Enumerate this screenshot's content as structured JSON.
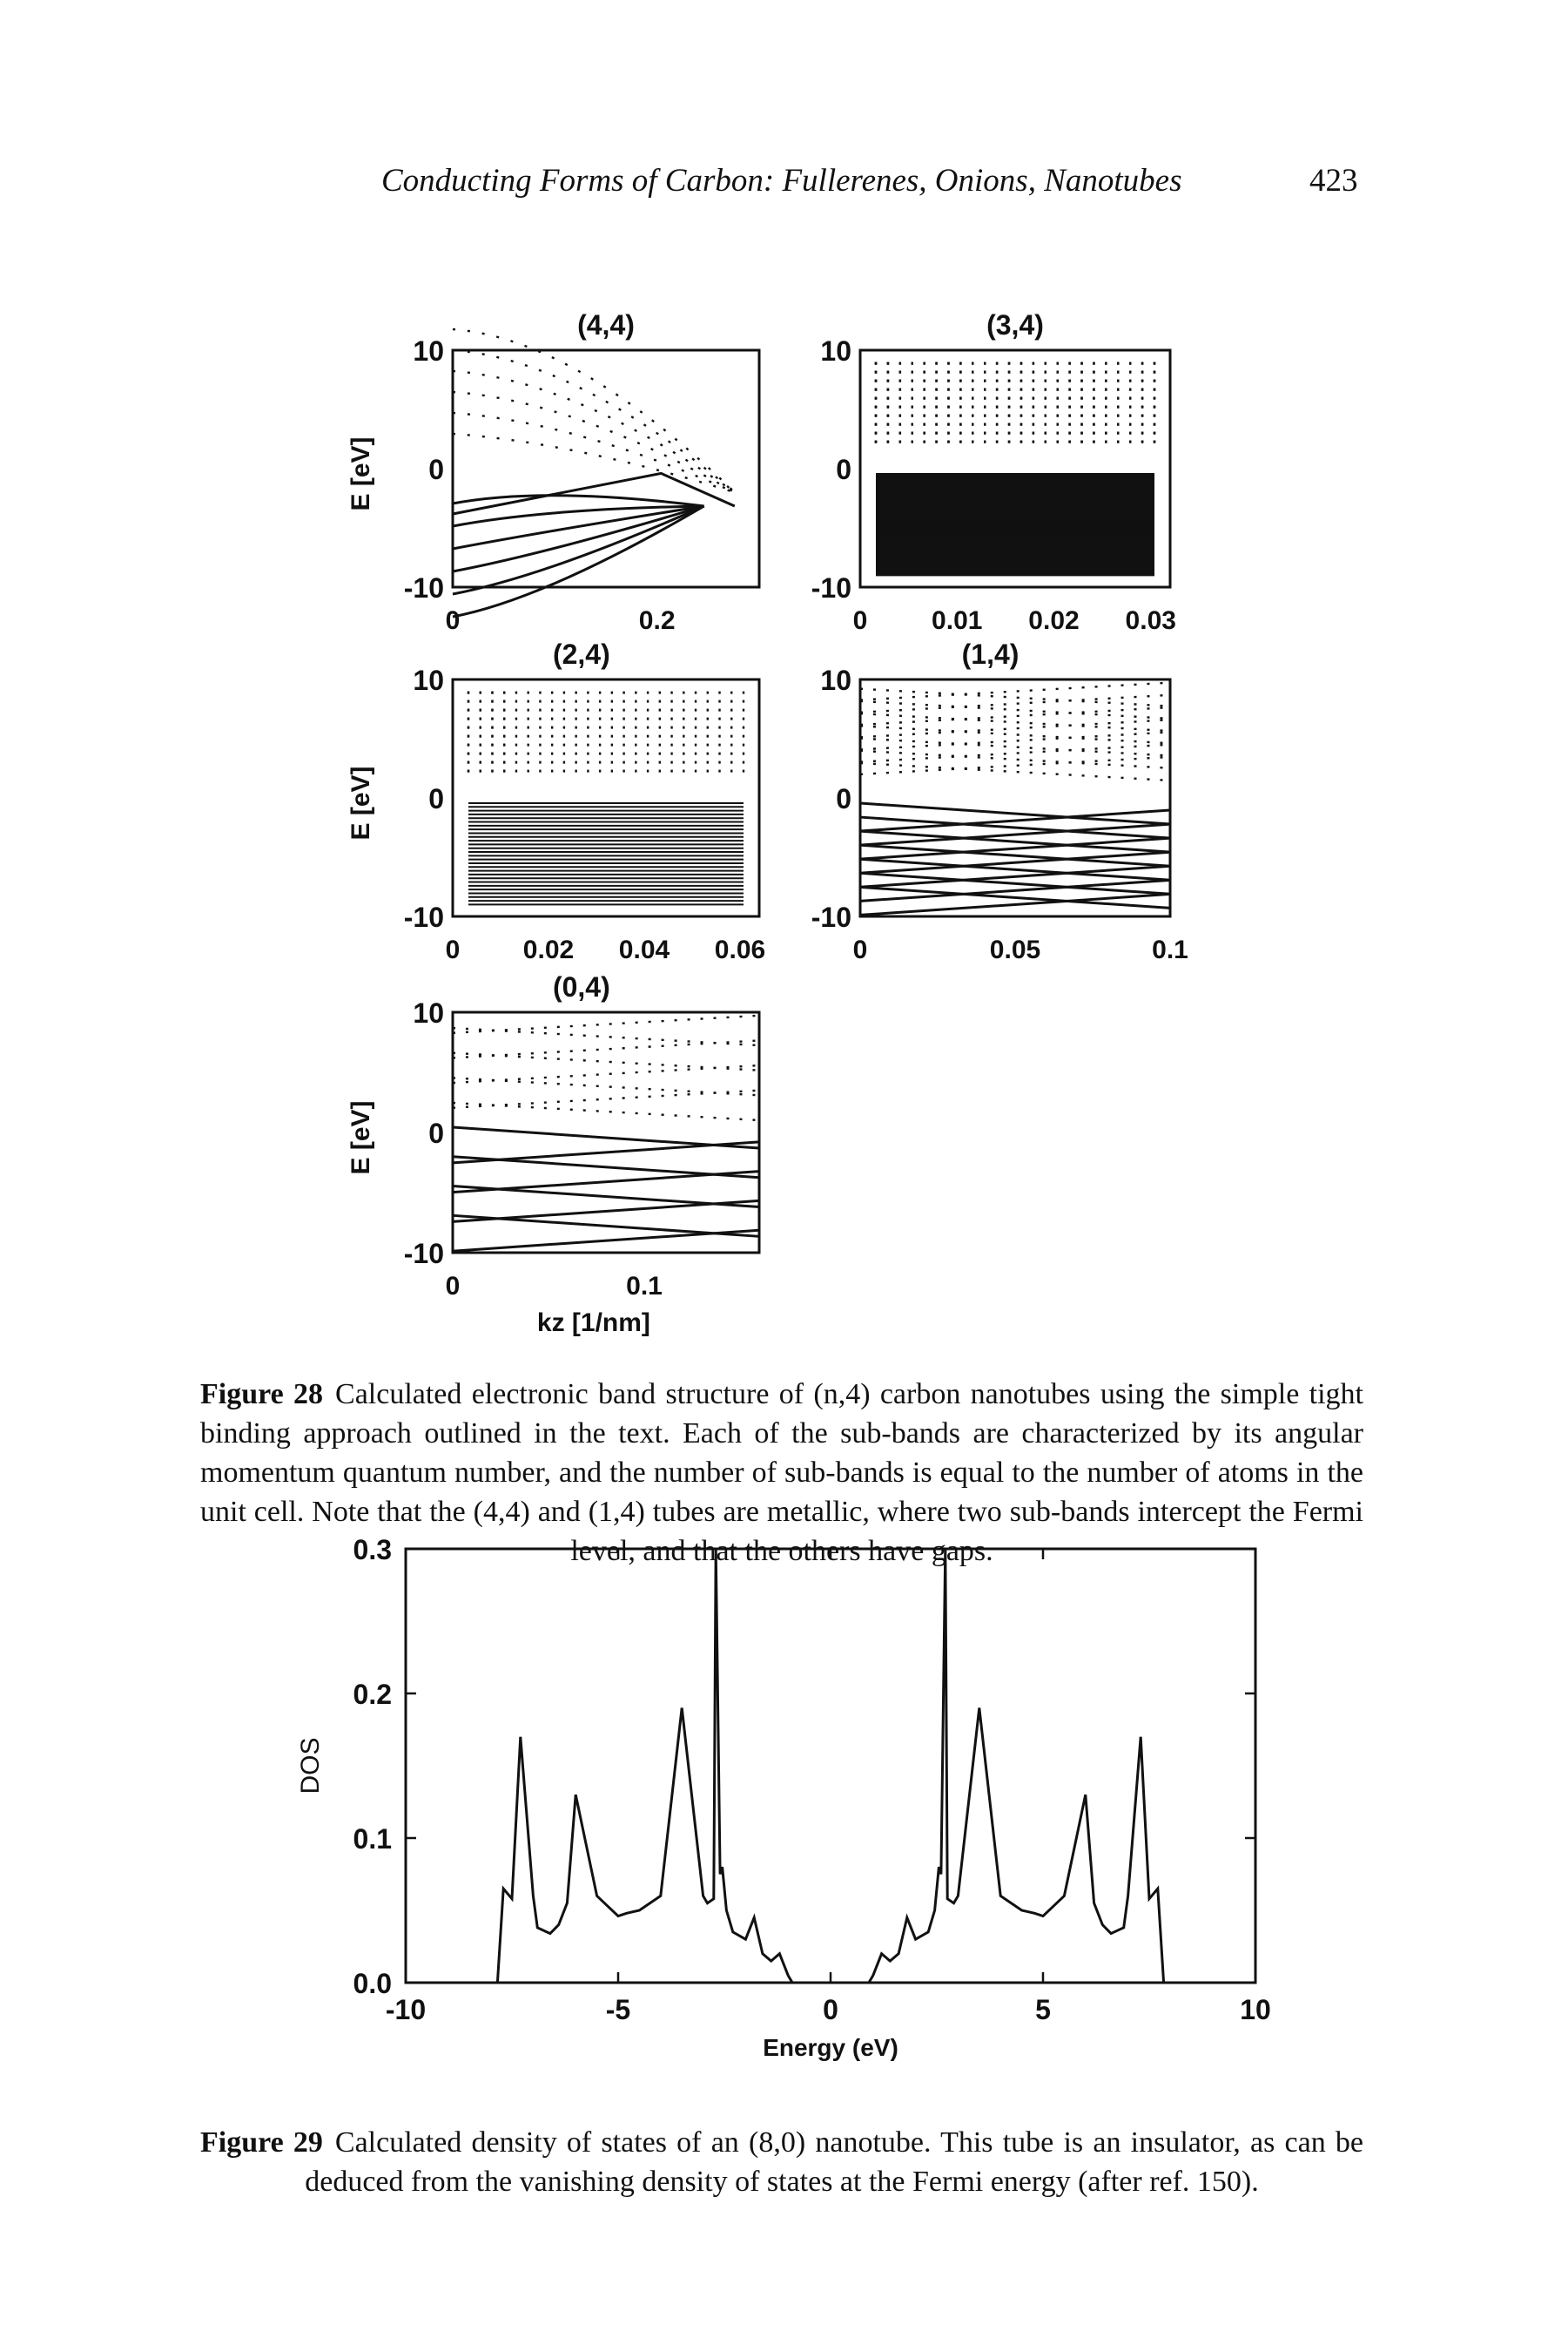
{
  "running_head": "Conducting Forms of Carbon: Fullerenes, Onions, Nanotubes",
  "page_number": "423",
  "figure28": {
    "label": "Figure 28",
    "caption": "Calculated electronic band structure of (n,4) carbon nanotubes using the simple tight binding approach outlined in the text. Each of the sub-bands are characterized by its angular momentum quantum number, and the number of sub-bands is equal to the number of atoms in the unit cell. Note that the (4,4) and (1,4) tubes are metallic, where two sub-bands intercept the Fermi level, and that the others have gaps.",
    "shared_xlabel": "kz [1/nm]"
  },
  "figure29": {
    "label": "Figure 29",
    "caption": "Calculated density of states of an (8,0) nanotube. This tube is an insulator, as can be deduced from the vanishing density of states at the Fermi energy (after ref. 150)."
  },
  "chart_data": [
    {
      "type": "line",
      "title": "(4,4)",
      "ylabel": "E [eV]",
      "ylim": [
        -10,
        10
      ],
      "xlim": [
        0,
        0.3
      ],
      "yticks": [
        "10",
        "0",
        "-10"
      ],
      "xticks": [
        "0",
        "0.2"
      ],
      "band_character": "metallic (bands cross 0 eV)",
      "bands_shown": 12
    },
    {
      "type": "line",
      "title": "(3,4)",
      "ylabel": "",
      "ylim": [
        -10,
        10
      ],
      "xlim": [
        0,
        0.032
      ],
      "yticks": [
        "10",
        "0",
        "-10"
      ],
      "xticks": [
        "0",
        "0.01",
        "0.02",
        "0.03"
      ],
      "band_character": "dense flat bands",
      "bands_shown": 148
    },
    {
      "type": "line",
      "title": "(2,4)",
      "ylabel": "E [eV]",
      "ylim": [
        -10,
        10
      ],
      "xlim": [
        0,
        0.064
      ],
      "yticks": [
        "10",
        "0",
        "-10"
      ],
      "xticks": [
        "0",
        "0.02",
        "0.04",
        "0.06"
      ],
      "band_character": "gapped, dense bands",
      "bands_shown": 56
    },
    {
      "type": "line",
      "title": "(1,4)",
      "ylabel": "",
      "ylim": [
        -10,
        10
      ],
      "xlim": [
        0,
        0.1
      ],
      "yticks": [
        "10",
        "0",
        "-10"
      ],
      "xticks": [
        "0",
        "0.05",
        "0.1"
      ],
      "band_character": "metallic",
      "bands_shown": 28
    },
    {
      "type": "line",
      "title": "(0,4)",
      "ylabel": "E [eV]",
      "ylim": [
        -10,
        10
      ],
      "xlim": [
        0,
        0.16
      ],
      "yticks": [
        "10",
        "0",
        "-10"
      ],
      "xticks": [
        "0",
        "0.1"
      ],
      "xlabel": "kz [1/nm]",
      "band_character": "gapped",
      "bands_shown": 16
    },
    {
      "type": "line",
      "title": "",
      "xlabel": "Energy (eV)",
      "ylabel": "DOS",
      "xlim": [
        -10,
        10
      ],
      "ylim": [
        0,
        0.3
      ],
      "xticks": [
        "-10",
        "-5",
        "0",
        "5",
        "10"
      ],
      "yticks": [
        "0.3",
        "0.2",
        "0.1",
        "0.0"
      ],
      "series": [
        {
          "x": [
            -8.0,
            -7.84,
            -7.7,
            -7.5,
            -7.3,
            -7.0,
            -6.9,
            -6.75,
            -6.6,
            -6.4,
            -6.2,
            -6.0,
            -5.5,
            -5.0,
            -4.8,
            -4.5,
            -4.0,
            -3.5,
            -3.0,
            -2.9,
            -2.75,
            -2.7,
            -2.6,
            -2.55,
            -2.45,
            -2.3,
            -2.0,
            -1.8,
            -1.6,
            -1.4,
            -1.2,
            -1.0,
            -0.9,
            -0.5,
            0.0,
            0.5,
            0.9,
            1.0,
            1.2,
            1.4,
            1.6,
            1.8,
            2.0,
            2.3,
            2.45,
            2.55,
            2.6,
            2.7,
            2.75,
            2.9,
            3.0,
            3.5,
            4.0,
            4.5,
            4.8,
            5.0,
            5.5,
            6.0,
            6.2,
            6.4,
            6.6,
            6.75,
            6.9,
            7.0,
            7.3,
            7.5,
            7.7,
            7.84,
            8.0
          ],
          "y": [
            0.0,
            0.0,
            0.065,
            0.058,
            0.17,
            0.06,
            0.038,
            0.036,
            0.034,
            0.04,
            0.055,
            0.13,
            0.06,
            0.046,
            0.048,
            0.05,
            0.06,
            0.19,
            0.06,
            0.055,
            0.058,
            0.3,
            0.075,
            0.08,
            0.05,
            0.035,
            0.03,
            0.045,
            0.02,
            0.015,
            0.02,
            0.005,
            0.0,
            0.0,
            0.0,
            0.0,
            0.0,
            0.005,
            0.02,
            0.015,
            0.02,
            0.045,
            0.03,
            0.035,
            0.05,
            0.08,
            0.075,
            0.3,
            0.058,
            0.055,
            0.06,
            0.19,
            0.06,
            0.05,
            0.048,
            0.046,
            0.06,
            0.13,
            0.055,
            0.04,
            0.034,
            0.036,
            0.038,
            0.06,
            0.17,
            0.058,
            0.065,
            0.0,
            0.0
          ]
        }
      ]
    }
  ]
}
